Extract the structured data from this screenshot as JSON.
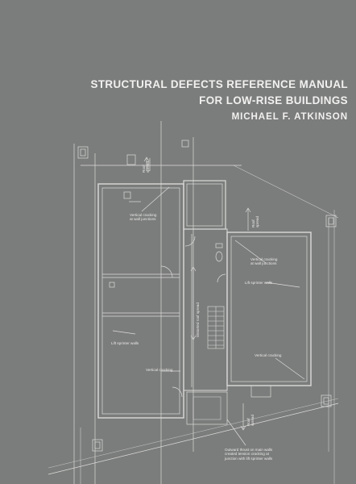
{
  "cover": {
    "title_line_1": "STRUCTURAL DEFECTS  REFERENCE MANUAL",
    "title_line_2": "FOR LOW-RISE BUILDINGS",
    "author": "MICHAEL F. ATKINSON"
  },
  "plan_notes": {
    "note_1": "Vertical cracking\nat wall junctions",
    "note_2": "Vertical cracking\nat wall junctions",
    "note_3": "Lift sprinter walls",
    "note_4": "Lift sprinter walls",
    "note_5": "Vertical cracking",
    "note_6": "Vertical cracking",
    "note_7": "Outward thrust on main walls\ncreated tension cracking at\njunction with lift sprinter walls",
    "vnote_1": "Roof\nspread",
    "vnote_2": "Roof\nspread",
    "vnote_3": "Roof\nspread",
    "vnote_4": "Distorted roof spread"
  },
  "colors": {
    "background": "#7b7d7c",
    "title_text": "#f1f1ef",
    "line_work": "#e6e6e4"
  }
}
